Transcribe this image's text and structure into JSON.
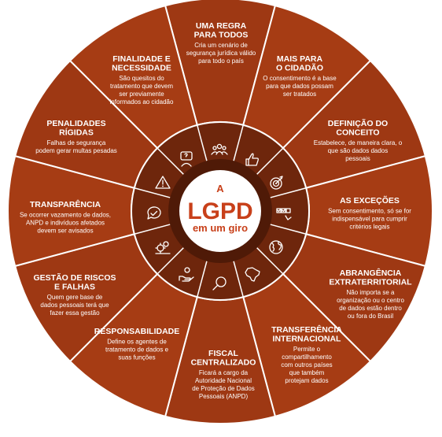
{
  "center": {
    "line1": "A",
    "line2": "LGPD",
    "line3": "em um giro"
  },
  "colors": {
    "segment": "#9e3813",
    "segment_alt": "#a63c14",
    "separator": "#ffffff",
    "inner_ring": "#6e260c",
    "hub_ring": "#4f1a07",
    "hub": "#ffffff",
    "hub_text": "#c8401a"
  },
  "segments": [
    {
      "title": [
        "UMA REGRA",
        "PARA TODOS"
      ],
      "desc": [
        "Cria um cenário de",
        "segurança jurídica válido",
        "para todo o país"
      ],
      "icon": "people-group-icon"
    },
    {
      "title": [
        "MAIS PARA",
        "O CIDADÃO"
      ],
      "desc": [
        "O consentimento é a base",
        "para que dados possam",
        "ser tratados"
      ],
      "icon": "thumbs-up-icon"
    },
    {
      "title": [
        "DEFINIÇÃO DO",
        "CONCEITO"
      ],
      "desc": [
        "Estabelece, de maneira clara, o",
        "que são dados dados",
        "pessoais"
      ],
      "icon": "target-icon"
    },
    {
      "title": [
        "AS EXCEÇÕES"
      ],
      "desc": [
        "Sem consentimento, só se for",
        "indispensável para cumprir",
        "critérios legais"
      ],
      "icon": "checklist-hand-icon"
    },
    {
      "title": [
        "ABRANGÊNCIA",
        "EXTRATERRITORIAL"
      ],
      "desc": [
        "Não importa se a",
        "organização ou o centro",
        "de dados estão dentro",
        "ou fora do Brasil"
      ],
      "icon": "globe-icon"
    },
    {
      "title": [
        "TRANSFERÊNCIA",
        "INTERNACIONAL"
      ],
      "desc": [
        "Permite o",
        "compartilhamento",
        "com outros países",
        "que também",
        "protejam dados"
      ],
      "icon": "brazil-map-icon"
    },
    {
      "title": [
        "FISCAL",
        "CENTRALIZADO"
      ],
      "desc": [
        "Ficará a cargo da",
        "Autoridade Nacional",
        "de Proteção de Dados",
        "Pessoais (ANPD)"
      ],
      "icon": "magnifier-icon"
    },
    {
      "title": [
        "RESPONSABILIDADE"
      ],
      "desc": [
        "Define os agentes de",
        "tratamento de dados e",
        "suas funções"
      ],
      "icon": "hand-coin-icon"
    },
    {
      "title": [
        "GESTÃO DE RISCOS",
        "E FALHAS"
      ],
      "desc": [
        "Quem gere base de",
        "dados pessoais terá que",
        "fazer essa gestão"
      ],
      "icon": "risk-gears-icon"
    },
    {
      "title": [
        "TRANSPARÊNCIA"
      ],
      "desc": [
        "Se ocorrer vazamento de dados,",
        "ANPD e indivíduos afetados",
        "devem ser avisados"
      ],
      "icon": "chat-check-icon"
    },
    {
      "title": [
        "PENALIDADES",
        "RÍGIDAS"
      ],
      "desc": [
        "Falhas de segurança",
        "podem gerar multas pesadas"
      ],
      "icon": "warning-icon"
    },
    {
      "title": [
        "FINALIDADE E",
        "NECESSIDADE"
      ],
      "desc": [
        "São quesitos do",
        "tratamento que devem",
        "ser previamente",
        "informados ao cidadão"
      ],
      "icon": "question-person-icon"
    }
  ]
}
